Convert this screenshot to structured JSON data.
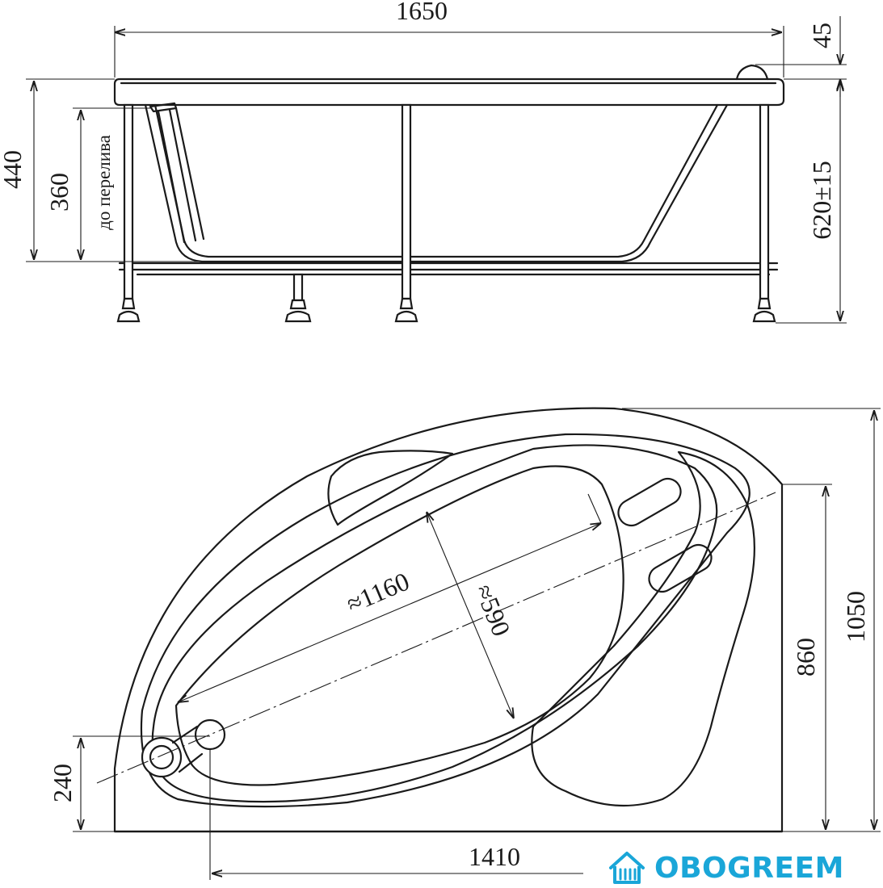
{
  "dimensions": {
    "total_length": "1650",
    "rim_height": "45",
    "total_height": "440",
    "overflow_depth": "360",
    "overflow_caption": "до перелива",
    "height_with_legs": "620±15",
    "width": "1050",
    "side_length": "860",
    "drain_offset": "240",
    "bottom_length": "1410",
    "inner_length": "≈1160",
    "inner_width": "≈590"
  },
  "brand": {
    "name": "OBOGREEM",
    "color": "#1aa6d8"
  },
  "colors": {
    "line": "#1a1a1a",
    "background": "#ffffff"
  }
}
